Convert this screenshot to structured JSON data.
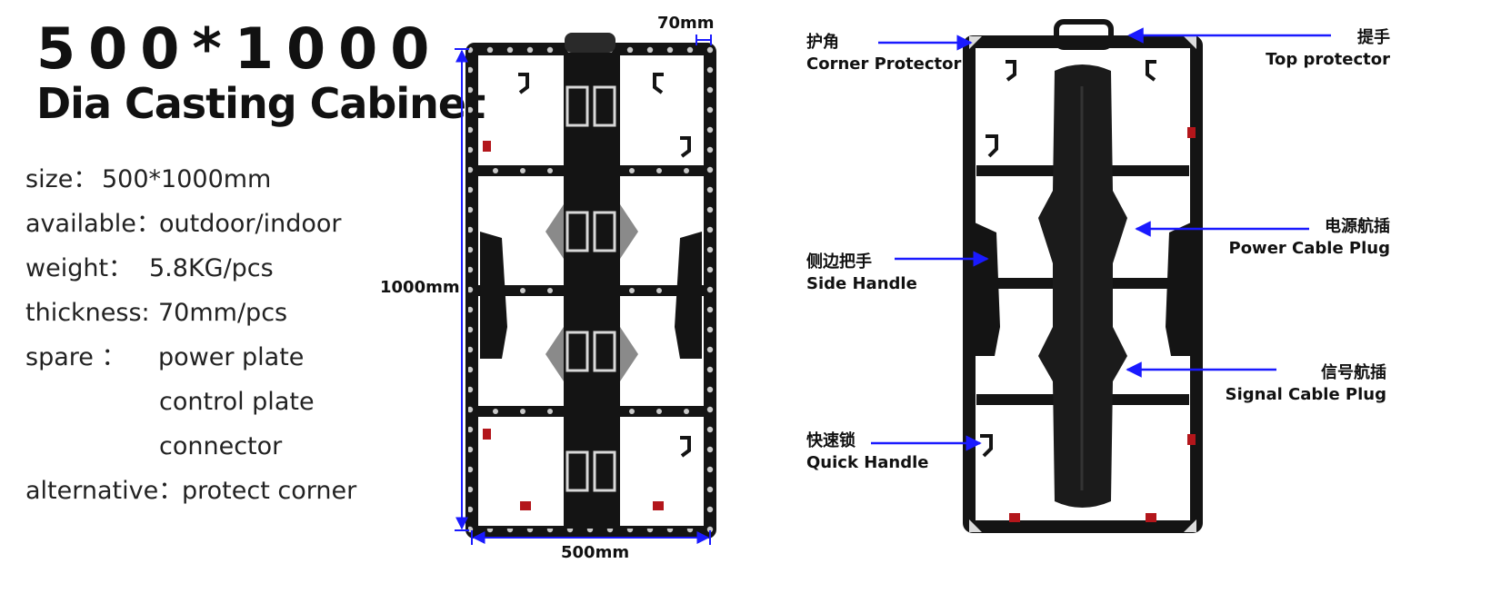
{
  "title": {
    "size": "500*1000",
    "name": "Dia Casting Cabinet"
  },
  "specs": [
    {
      "label": "size：",
      "value": "500*1000mm"
    },
    {
      "label": "available：",
      "value": "outdoor/indoor"
    },
    {
      "label": "weight：",
      "value": "5.8KG/pcs"
    },
    {
      "label": "thickness:",
      "value": "70mm/pcs"
    },
    {
      "label": "spare  ：",
      "value": "power plate"
    },
    {
      "label": "",
      "value": "control plate"
    },
    {
      "label": "",
      "value": "connector"
    },
    {
      "label": "alternative：",
      "value": "protect corner"
    }
  ],
  "dimensions": {
    "height": "1000mm",
    "width": "500mm",
    "thickness": "70mm"
  },
  "callouts": {
    "corner": {
      "cn": "护角",
      "en": "Corner Protector"
    },
    "top": {
      "cn": "提手",
      "en": "Top protector"
    },
    "power": {
      "cn": "电源航插",
      "en": "Power Cable Plug"
    },
    "side": {
      "cn": "侧边把手",
      "en": "Side Handle"
    },
    "signal": {
      "cn": "信号航插",
      "en": "Signal Cable Plug"
    },
    "quick": {
      "cn": "快速锁",
      "en": "Quick Handle"
    }
  },
  "colors": {
    "arrow": "#1a1aff",
    "frame": "#141414",
    "accent_red": "#b3161b",
    "plate": "#8a8a8a"
  }
}
